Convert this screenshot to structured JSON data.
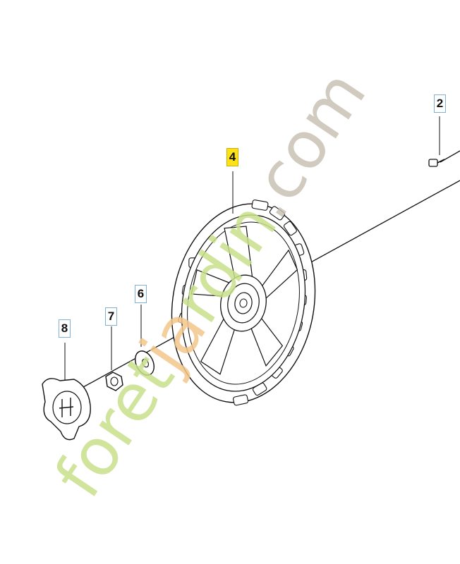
{
  "callouts": {
    "part_2": "2",
    "part_4": "4",
    "part_6": "6",
    "part_7": "7",
    "part_8": "8"
  },
  "highlight_color": "#ffe11a",
  "callout_border_color": "#7fb0d6",
  "watermark": {
    "text_green": "foret",
    "text_orange": "ja",
    "text_tail": "rdin",
    "text_com": ".com",
    "color_green": "#c8e08a",
    "color_orange": "#f3c68a",
    "color_com": "#c9c1b4"
  }
}
